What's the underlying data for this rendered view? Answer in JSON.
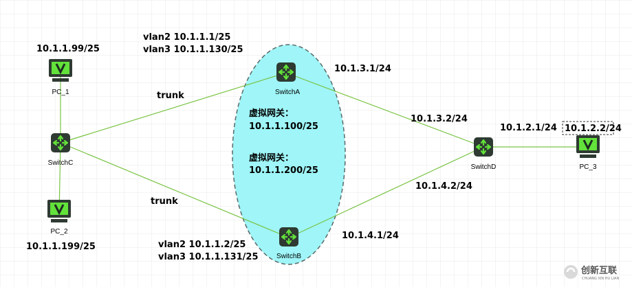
{
  "colors": {
    "link": "#79c343",
    "cloud_fill": "#9ff5f7",
    "cloud_stroke": "#5a6a6a",
    "device_dark": "#2e3a32",
    "device_green": "#62e23a",
    "grid": "#e8e8e8"
  },
  "devices": {
    "pc1": {
      "label": "PC_1",
      "icon": "pc-monitor-icon"
    },
    "pc2": {
      "label": "PC_2",
      "icon": "pc-monitor-icon"
    },
    "pc3": {
      "label": "PC_3",
      "icon": "pc-monitor-icon"
    },
    "switch_a": {
      "label": "SwitchA",
      "icon": "switch-router-icon"
    },
    "switch_b": {
      "label": "SwitchB",
      "icon": "switch-router-icon"
    },
    "switch_c": {
      "label": "SwitchC",
      "icon": "switch-router-icon"
    },
    "switch_d": {
      "label": "SwitchD",
      "icon": "switch-router-icon"
    }
  },
  "annotations": {
    "pc1_ip": "10.1.1.99/25",
    "pc2_ip": "10.1.1.199/25",
    "pc3_ip": "10.1.2.2/24",
    "switch_a_vlan2": "vlan2 10.1.1.1/25",
    "switch_a_vlan3": "vlan3 10.1.1.130/25",
    "switch_b_vlan2": "vlan2 10.1.1.2/25",
    "switch_b_vlan3": "vlan3 10.1.1.131/25",
    "trunk_top": "trunk",
    "trunk_bottom": "trunk",
    "vgw1_title": "虚拟网关：",
    "vgw1_ip": "10.1.1.100/25",
    "vgw2_title": "虚拟网关：",
    "vgw2_ip": "10.1.1.200/25",
    "a_to_d_a_side": "10.1.3.1/24",
    "a_to_d_d_side": "10.1.3.2/24",
    "b_to_d_b_side": "10.1.4.1/24",
    "b_to_d_d_side": "10.1.4.2/24",
    "d_to_pc3": "10.1.2.1/24"
  },
  "watermark": {
    "text": "创新互联",
    "subtext": "CHUANG XIN HU LIAN",
    "icon": "brand-logo-icon"
  }
}
